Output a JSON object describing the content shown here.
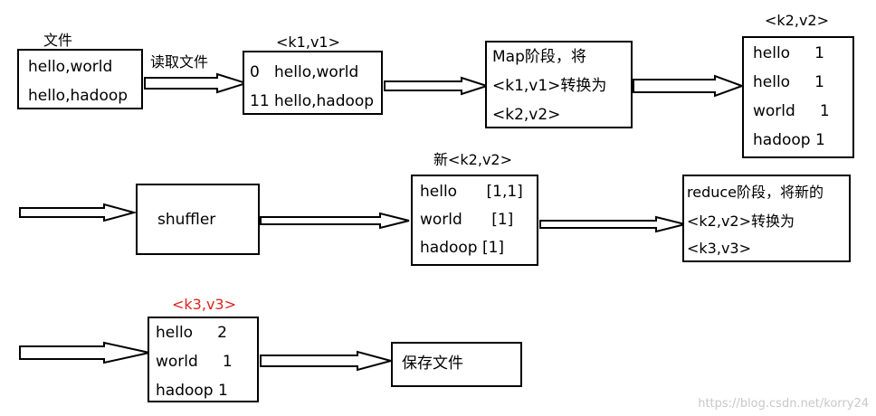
{
  "row1": {
    "file_label": "文件",
    "file_lines": [
      "hello,world",
      "hello,hadoop"
    ],
    "read_label": "读取文件",
    "k1v1_label": "<k1,v1>",
    "k1v1_lines": [
      "0   hello,world",
      "11 hello,hadoop"
    ],
    "map_lines": [
      "Map阶段，将",
      "<k1,v1>转换为",
      "<k2,v2>"
    ],
    "k2v2_label": "<k2,v2>",
    "k2v2_lines": [
      "hello     1",
      "hello     1",
      "world     1",
      "hadoop 1"
    ]
  },
  "row2": {
    "shuffler_text": "shuffler",
    "new_k2v2_label": "新<k2,v2>",
    "new_k2v2_lines": [
      "hello      [1,1]",
      "world      [1]",
      "hadoop [1]"
    ],
    "reduce_lines": [
      "reduce阶段，将新的",
      "<k2,v2>转换为",
      "<k3,v3>"
    ]
  },
  "row3": {
    "k3v3_label": "<k3,v3>",
    "k3v3_lines": [
      "hello     2",
      "world     1",
      "hadoop 1"
    ],
    "save_text": "保存文件"
  },
  "watermark": "https://blog.csdn.net/korry24",
  "colors": {
    "label_red": "#e02020",
    "line": "#000000"
  }
}
